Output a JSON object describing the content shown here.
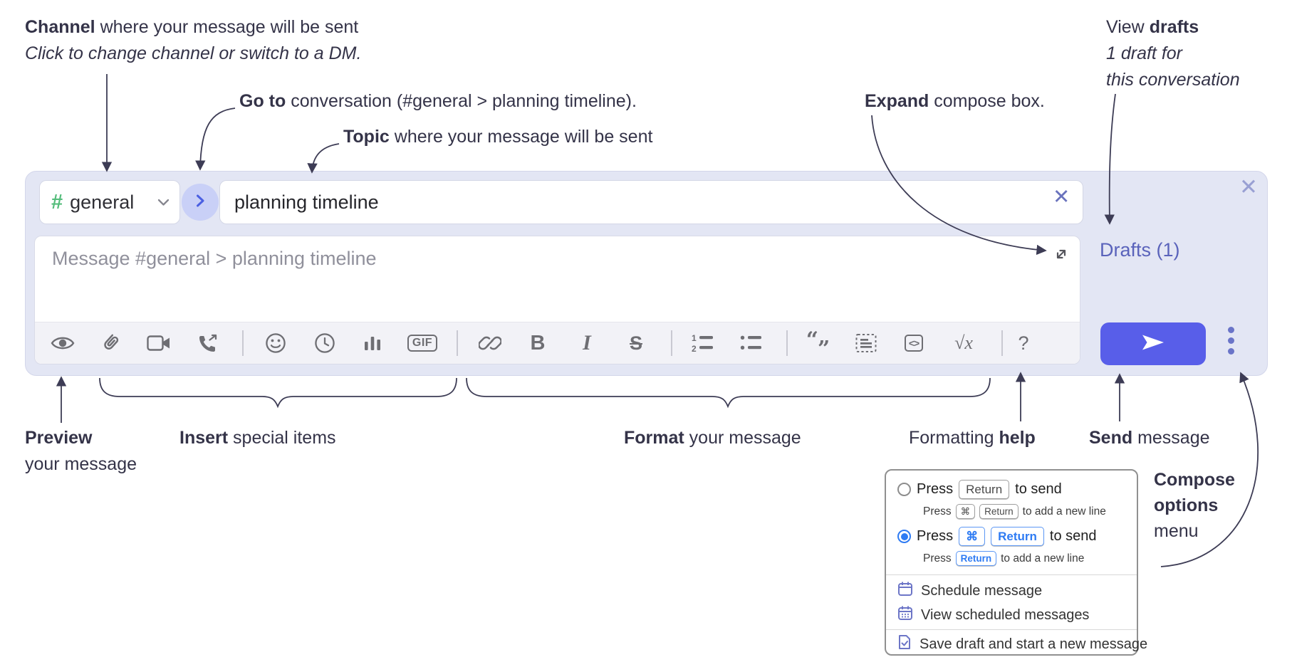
{
  "annotations": {
    "channel": {
      "bold": "Channel",
      "rest": " where your message will be sent",
      "sub": "Click to change channel or switch to a DM."
    },
    "goto": {
      "bold": "Go to",
      "rest": " conversation (#general > planning timeline)."
    },
    "topic": {
      "bold": "Topic",
      "rest": " where your message will be sent"
    },
    "expand": {
      "bold": "Expand",
      "rest": " compose box."
    },
    "drafts": {
      "pre": "View ",
      "bold": "drafts",
      "line2": "1 draft for",
      "line3": "this conversation"
    },
    "preview": {
      "bold": "Preview",
      "line2": "your message"
    },
    "insert": {
      "bold": "Insert",
      "rest": " special items"
    },
    "format": {
      "bold": "Format",
      "rest": " your message"
    },
    "help": {
      "pre": "Formatting ",
      "bold": "help"
    },
    "send": {
      "bold": "Send",
      "rest": " message"
    },
    "compose_options": {
      "line1": "Compose",
      "line2": "options",
      "line3": "menu"
    }
  },
  "compose": {
    "channel_hash": "#",
    "channel_name": "general",
    "topic_value": "planning timeline",
    "clear_glyph": "✕",
    "close_glyph": "✕",
    "message_placeholder": "Message #general > planning timeline",
    "drafts_label": "Drafts (1)"
  },
  "toolbar": {
    "gif": "GIF",
    "bold": "B",
    "italic": "I",
    "strike": "S",
    "code": "<>",
    "math": "√x",
    "help": "?",
    "quote_open": "“",
    "quote_close": "”"
  },
  "popup": {
    "row1": {
      "press": "Press",
      "key_return": "Return",
      "to_send": "to send"
    },
    "row1_sub": {
      "press": "Press",
      "key_cmd": "⌘",
      "key_return": "Return",
      "rest": "to add a new line"
    },
    "row2": {
      "press": "Press",
      "key_cmd": "⌘",
      "key_return": "Return",
      "to_send": "to send"
    },
    "row2_sub": {
      "press": "Press",
      "key_return": "Return",
      "rest": "to add a new line"
    },
    "items": [
      "Schedule message",
      "View scheduled messages",
      "Save draft and start a new message"
    ]
  },
  "colors": {
    "lavender": "#e3e6f4",
    "send_button": "#585ee9",
    "link_purple": "#5a63bb",
    "radio_blue": "#2e7bf3",
    "channel_green": "#56bd7c",
    "annotation_ink": "#343348"
  }
}
